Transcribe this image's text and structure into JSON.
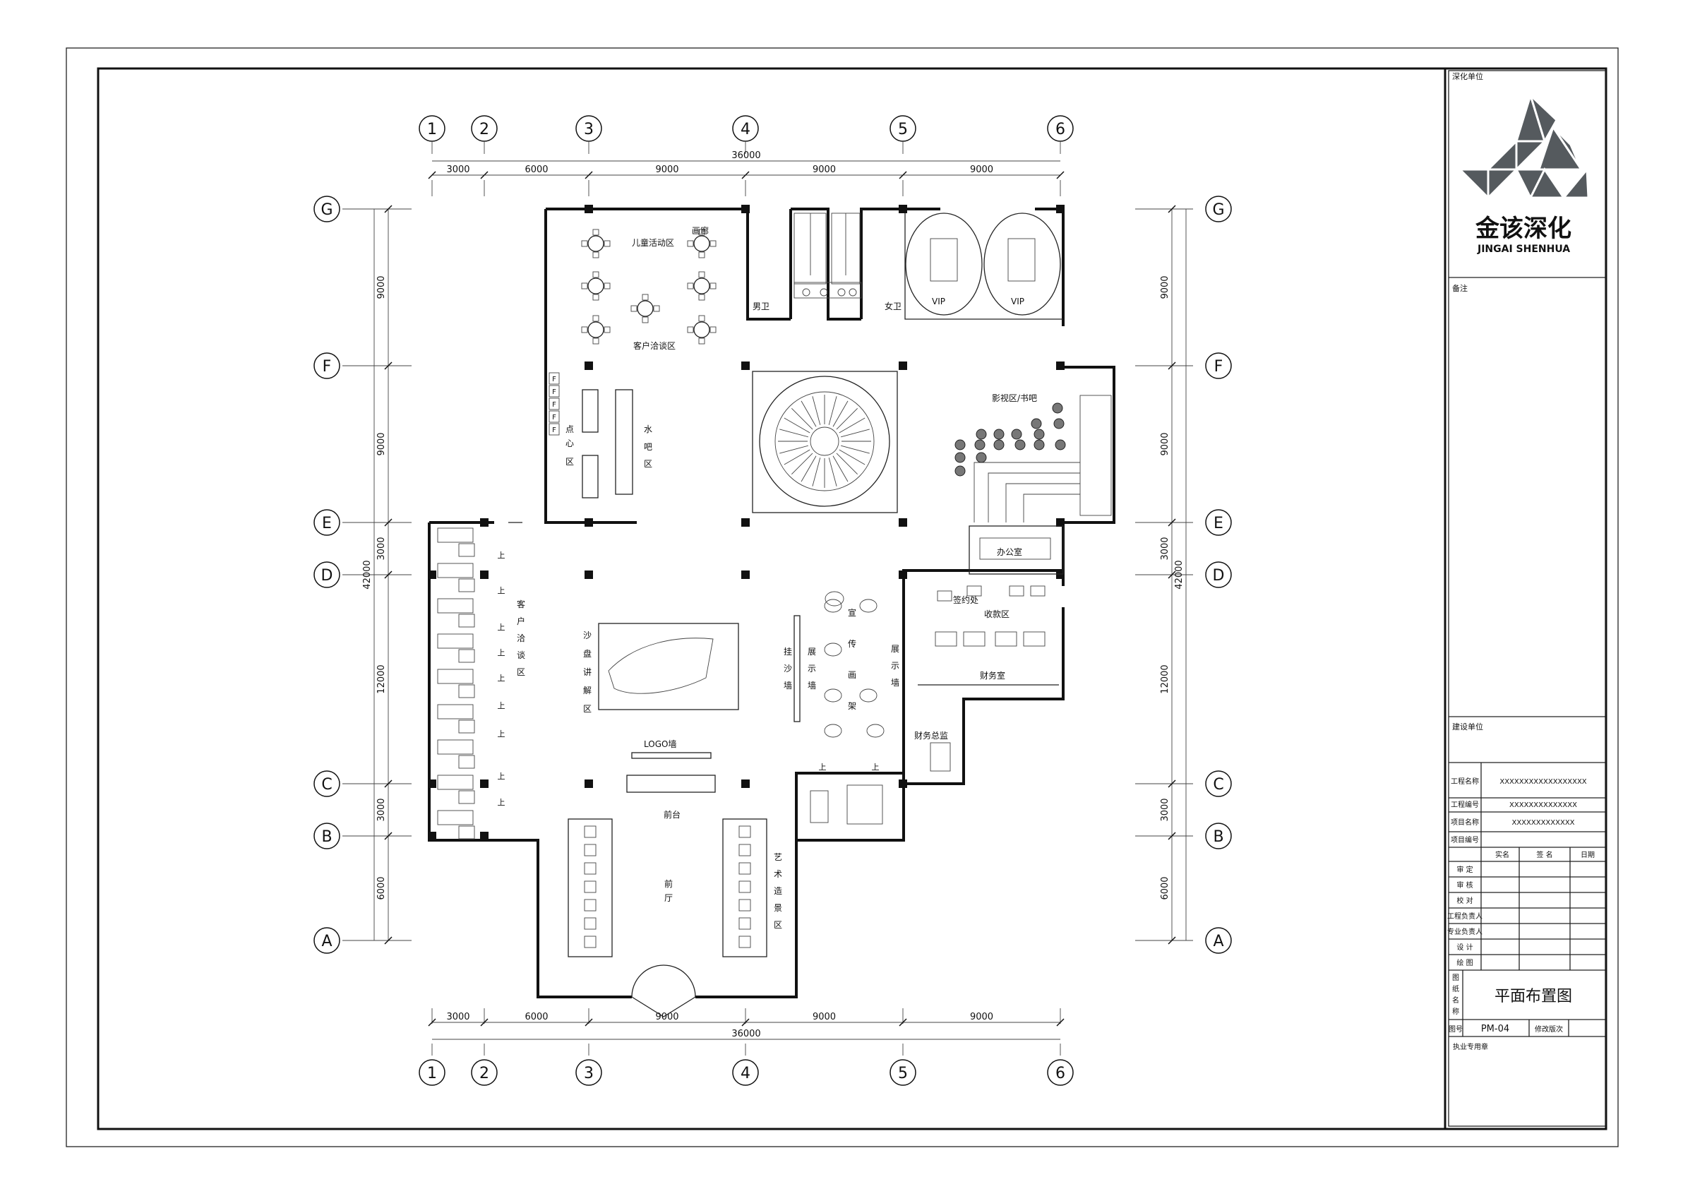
{
  "grid": {
    "columns": [
      "1",
      "2",
      "3",
      "4",
      "5",
      "6"
    ],
    "rows": [
      "G",
      "F",
      "E",
      "D",
      "C",
      "B",
      "A"
    ],
    "col_spacings": [
      "3000",
      "6000",
      "9000",
      "9000",
      "9000"
    ],
    "total_width": "36000",
    "row_spacings": [
      "9000",
      "9000",
      "3000",
      "12000",
      "3000",
      "6000"
    ],
    "total_height": "42000"
  },
  "rooms": {
    "kids": "儿童活动区",
    "corridor": "画廊",
    "client_talk_top": "客户洽谈区",
    "male_wc": "男卫",
    "female_wc": "女卫",
    "vip1": "VIP",
    "vip2": "VIP",
    "snack_1": "点",
    "snack_2": "心",
    "snack_3": "区",
    "bar_1": "水",
    "bar_2": "吧",
    "bar_3": "区",
    "media": "影视区/书吧",
    "office": "办公室",
    "signing": "签约处",
    "cashier": "收款区",
    "finance": "财务室",
    "finance_chief": "财务总监",
    "talk_left": [
      "客",
      "户",
      "洽",
      "谈",
      "区"
    ],
    "model": [
      "沙",
      "盘",
      "讲",
      "解",
      "区"
    ],
    "hang_wall": [
      "挂",
      "沙",
      "墙"
    ],
    "display_left": [
      "展",
      "示",
      "墙"
    ],
    "display_right": [
      "展",
      "示",
      "墙"
    ],
    "promo": [
      "宣",
      "传",
      "画",
      "架"
    ],
    "logo": "LOGO墙",
    "reception": "前台",
    "lobby_1": "前",
    "lobby_2": "厅",
    "art": [
      "艺",
      "术",
      "造",
      "景",
      "区"
    ],
    "up": "上",
    "food_mark": "F"
  },
  "titleblock": {
    "design_unit": "深化单位",
    "logo_cn": "金该深化",
    "logo_en": "JINGAI SHENHUA",
    "remarks": "备注",
    "owner": "建设单位",
    "project_name_label": "工程名称",
    "project_name": "XXXXXXXXXXXXXXXXXX",
    "project_code_label": "工程编号",
    "project_code": "XXXXXXXXXXXXXX",
    "item_name_label": "项目名称",
    "item_name": "XXXXXXXXXXXXX",
    "item_code_label": "项目编号",
    "col_real": "实名",
    "col_sign": "签 名",
    "col_date": "日期",
    "roles": [
      "审 定",
      "审 核",
      "校 对",
      "工程负责人",
      "专业负责人",
      "设 计",
      "绘 图"
    ],
    "drawing_name_label": [
      "图",
      "纸",
      "名",
      "称"
    ],
    "drawing_name": "平面布置图",
    "drawing_no_label": "图号",
    "drawing_no": "PM-04",
    "revision_label": "修改版次",
    "stamp": "执业专用章"
  },
  "colors": {
    "line": "#111111",
    "logo": "#555a5e"
  }
}
